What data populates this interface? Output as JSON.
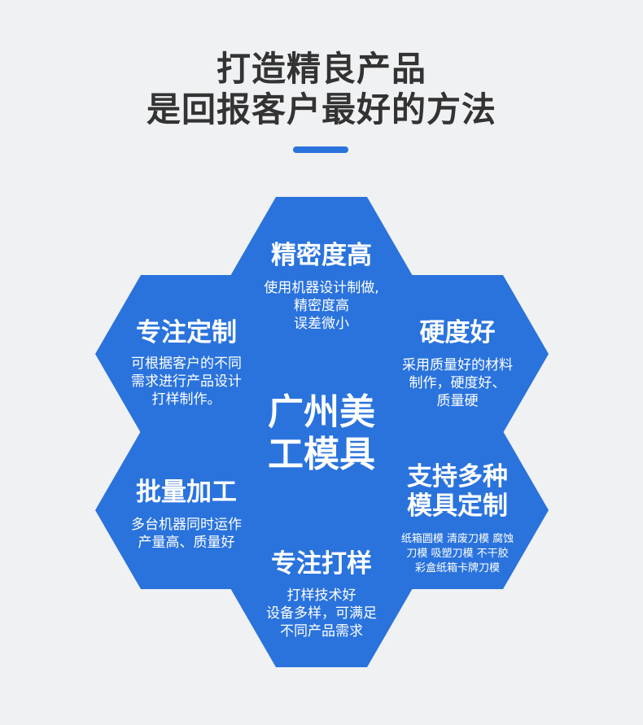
{
  "header": {
    "line1": "打造精良产品",
    "line2": "是回报客户最好的方法"
  },
  "colors": {
    "background": "#f0f1f3",
    "headline": "#333333",
    "accent": "#2a73dd",
    "hex_text": "#ffffff"
  },
  "center": {
    "line1": "广州美",
    "line2": "工模具"
  },
  "features": {
    "precision": {
      "title": "精密度高",
      "desc": [
        "使用机器设计制做,",
        "精密度高",
        "误差微小"
      ]
    },
    "custom": {
      "title": "专注定制",
      "desc": [
        "可根据客户的不同",
        "需求进行产品设计",
        "打样制作。"
      ]
    },
    "hardness": {
      "title": "硬度好",
      "desc": [
        "采用质量好的材料",
        "制作，硬度好、",
        "质量硬"
      ]
    },
    "batch": {
      "title": "批量加工",
      "desc": [
        "多台机器同时运作",
        "产量高、质量好"
      ]
    },
    "molds": {
      "title1": "支持多种",
      "title2": "模具定制",
      "desc": [
        "纸箱圆模 清废刀模 腐蚀",
        "刀模 吸塑刀模 不干胶",
        "彩盒纸箱卡牌刀模"
      ]
    },
    "sampling": {
      "title": "专注打样",
      "desc": [
        "打样技术好",
        "设备多样，可满足",
        "不同产品需求"
      ]
    }
  }
}
